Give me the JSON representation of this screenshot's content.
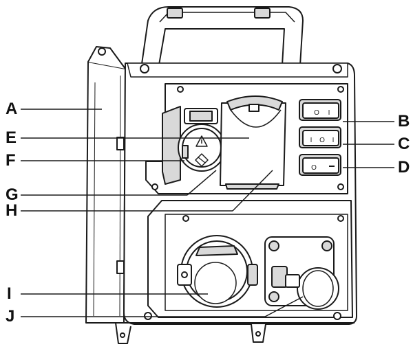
{
  "labels": {
    "A": "A",
    "B": "B",
    "C": "C",
    "D": "D",
    "E": "E",
    "F": "F",
    "G": "G",
    "H": "H",
    "I": "I",
    "J": "J"
  },
  "colors": {
    "line": "#1a1a1a",
    "fill": "#ffffff",
    "shade": "#d9d9d9"
  }
}
